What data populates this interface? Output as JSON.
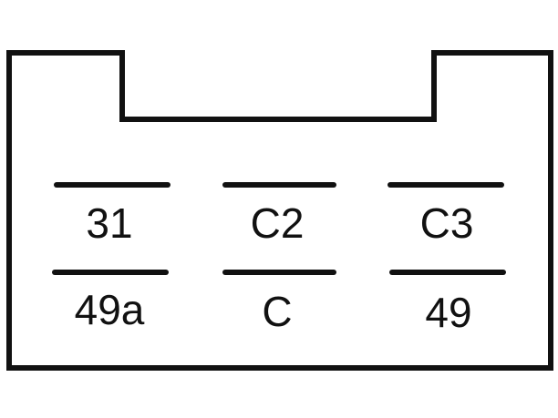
{
  "connector": {
    "pins": [
      {
        "label": "31"
      },
      {
        "label": "C2"
      },
      {
        "label": "C3"
      },
      {
        "label": "49a"
      },
      {
        "label": "C"
      },
      {
        "label": "49"
      }
    ]
  }
}
